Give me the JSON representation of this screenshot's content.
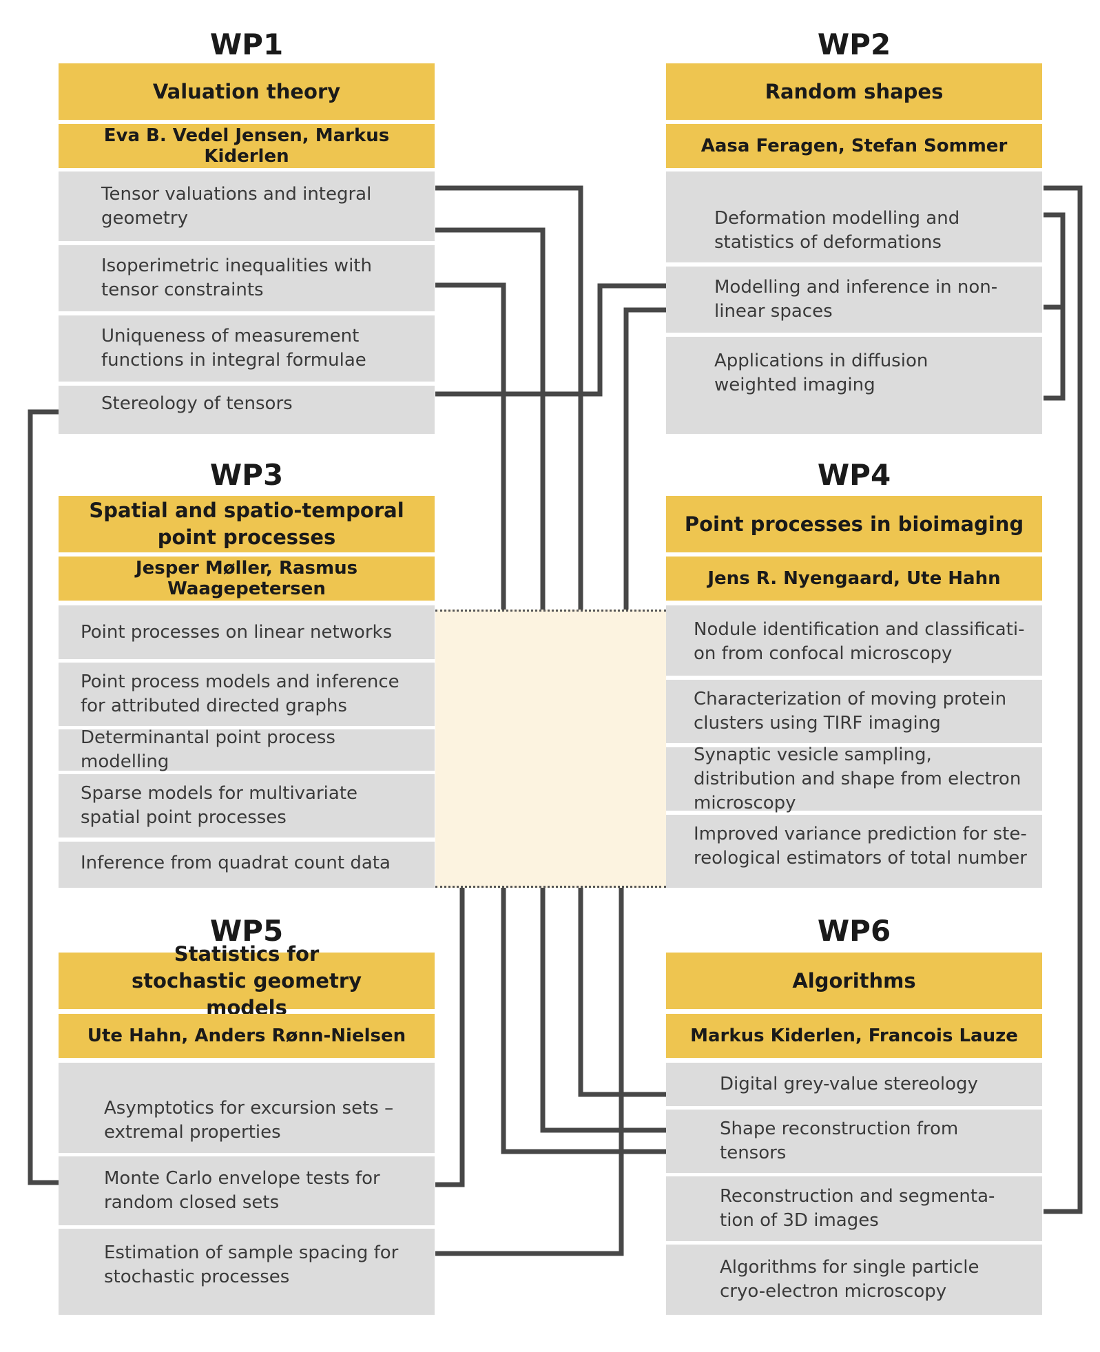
{
  "colors": {
    "header_yellow": "#eec550",
    "item_grey": "#dcdcdc",
    "connector": "#474747",
    "bridge": "#fcf3e0"
  },
  "work_packages": [
    {
      "id": "WP1",
      "theme": "Valuation theory",
      "leaders": "Eva B. Vedel Jensen, Markus Kiderlen",
      "topics": [
        "Tensor valuations and integral geometry",
        "Isoperimetric inequalities with tensor constraints",
        "Uniqueness of measurement functions in integral formulae",
        "Stereology of tensors"
      ]
    },
    {
      "id": "WP2",
      "theme": "Random shapes",
      "leaders": "Aasa Feragen, Stefan Sommer",
      "topics": [
        "Deformation modelling and statistics of deformations",
        "Modelling and inference in non-linear spaces",
        "Applications in diffusion weighted imaging"
      ]
    },
    {
      "id": "WP3",
      "theme": "Spatial and spatio-temporal point processes",
      "leaders": "Jesper Møller, Rasmus Waagepetersen",
      "topics": [
        "Point processes on linear networks",
        "Point process models and inference for attributed directed graphs",
        "Determinantal point process modelling",
        "Sparse models for multivariate spatial point processes",
        "Inference from quadrat count data"
      ]
    },
    {
      "id": "WP4",
      "theme": "Point processes in bioimaging",
      "leaders": "Jens R. Nyengaard, Ute Hahn",
      "topics": [
        "Nodule identification and classificati-on from confocal microscopy",
        "Characterization of moving protein clusters using TIRF imaging",
        "Synaptic vesicle sampling, distribution and shape from electron microscopy",
        "Improved variance prediction for ste-reological estimators of total number"
      ]
    },
    {
      "id": "WP5",
      "theme": "Statistics for stochastic geometry models",
      "leaders": "Ute Hahn, Anders Rønn-Nielsen",
      "topics": [
        "Asymptotics for excursion sets – extremal properties",
        "Monte Carlo envelope tests for random closed sets",
        "Estimation of sample spacing for stochastic processes"
      ]
    },
    {
      "id": "WP6",
      "theme": "Algorithms",
      "leaders": "Markus Kiderlen, Francois Lauze",
      "topics": [
        "Digital grey-value stereology",
        "Shape reconstruction from tensors",
        "Reconstruction and segmenta-tion of 3D images",
        "Algorithms for single particle cryo-electron microscopy"
      ]
    }
  ]
}
